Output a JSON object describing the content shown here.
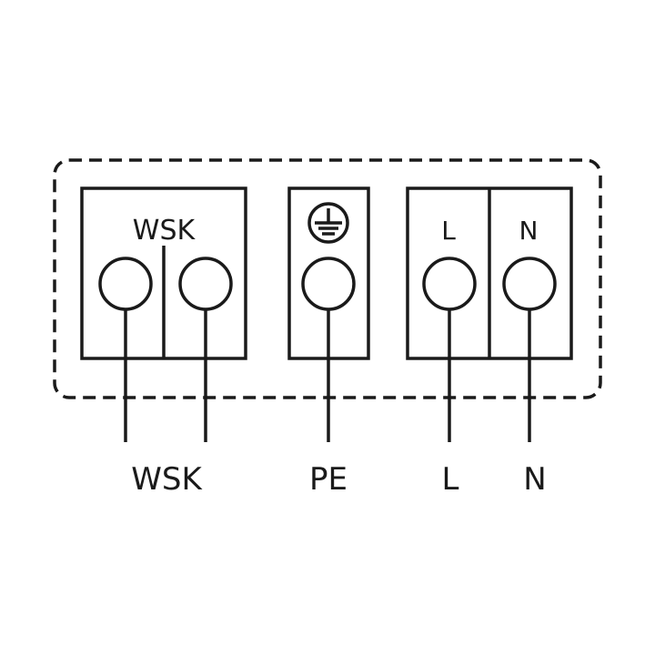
{
  "box_labels": {
    "wsk": "WSK",
    "l": "L",
    "n": "N"
  },
  "ground_symbol": "protective-earth-icon",
  "wire_labels": [
    "WSK",
    "PE",
    "L",
    "N"
  ]
}
